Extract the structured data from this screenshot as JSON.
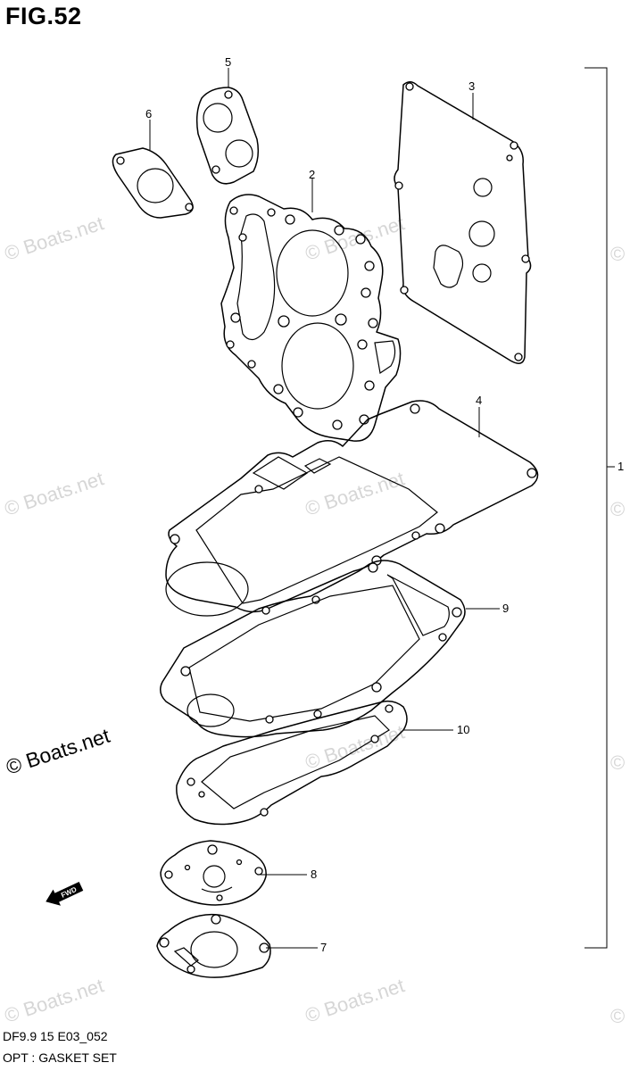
{
  "figure": {
    "title": "FIG.52"
  },
  "watermarks": {
    "text": "© Boats.net",
    "dark_text": "© Boats.net"
  },
  "callouts": [
    {
      "id": "1",
      "label": "1"
    },
    {
      "id": "2",
      "label": "2"
    },
    {
      "id": "3",
      "label": "3"
    },
    {
      "id": "4",
      "label": "4"
    },
    {
      "id": "5",
      "label": "5"
    },
    {
      "id": "6",
      "label": "6"
    },
    {
      "id": "7",
      "label": "7"
    },
    {
      "id": "8",
      "label": "8"
    },
    {
      "id": "9",
      "label": "9"
    },
    {
      "id": "10",
      "label": "10"
    }
  ],
  "direction_marker": {
    "label": "FWD",
    "icon": "arrow-fwd-icon"
  },
  "footer": {
    "model_code": "DF9.9 15 E03_052",
    "caption": "OPT : GASKET SET"
  }
}
